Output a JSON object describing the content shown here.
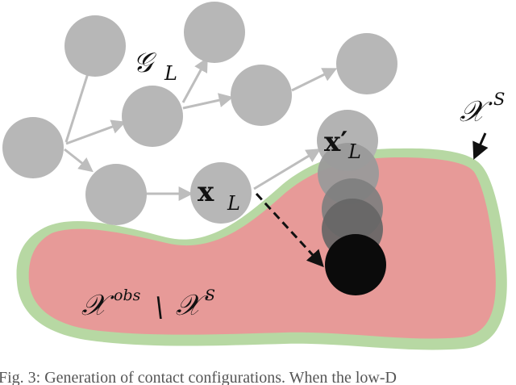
{
  "labels": {
    "graph": "𝒢",
    "graph_sub": "L",
    "node_x": "x",
    "node_x_sub": "L",
    "node_x_prime": "x′",
    "node_x_prime_sub": "L",
    "safe_set": "𝒳",
    "safe_set_sup": "S",
    "obs_set": "𝒳",
    "obs_set_sup": "obs",
    "setminus": "\\",
    "obs_set2": "𝒳",
    "obs_set2_sup": "S"
  },
  "caption": "Fig. 3: Generation of contact configurations. When the low-D",
  "colors": {
    "node_fill": "#b7b7b7",
    "edge": "#bdbdbd",
    "obstacle_fill": "#e79a98",
    "obstacle_border": "#b7d8a3",
    "dark_node": "#0b0b0b",
    "arrow": "#111111"
  }
}
